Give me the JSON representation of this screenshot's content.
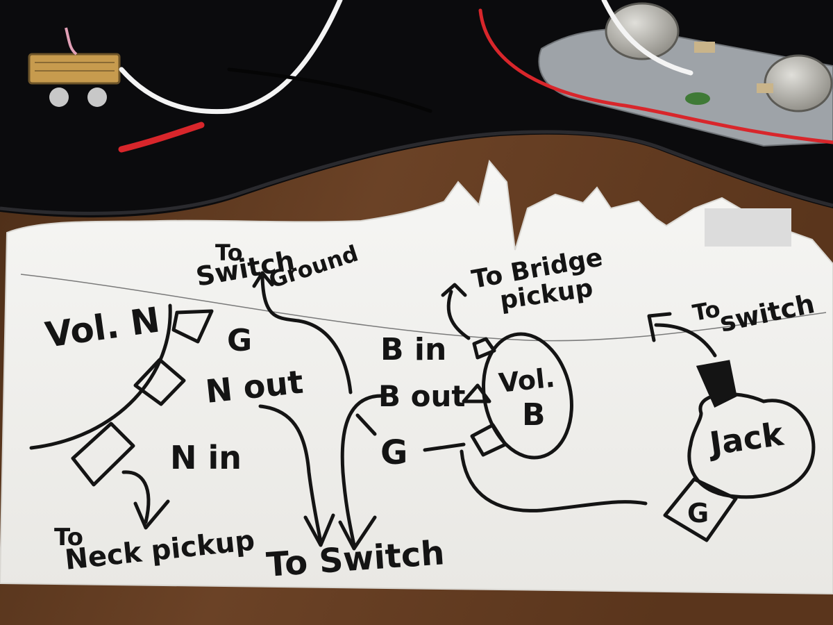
{
  "labels": {
    "vol_n": "Vol. N",
    "g_left": "G",
    "n_out": "N out",
    "n_in": "N in",
    "to_switch_ground_1": "To",
    "to_switch_ground_2": "Switch",
    "to_switch_ground_3": "Ground",
    "to_neck_1": "To",
    "to_neck_2": "Neck pickup",
    "to_switch_bottom": "To Switch",
    "b_in": "B in",
    "b_out": "B out",
    "g_right": "G",
    "to_bridge_1": "To Bridge",
    "to_bridge_2": "pickup",
    "vol_b_1": "Vol.",
    "vol_b_2": "B",
    "to_switch_right_1": "To",
    "to_switch_right_2": "switch",
    "jack": "Jack",
    "jack_g": "G"
  },
  "colors": {
    "table_wood": "#6b4226",
    "pickguard": "#0b0b0d",
    "paper": "#f2f1ee",
    "ink": "#141414",
    "wire_red": "#d8262b",
    "wire_white": "#f4f4f4",
    "wire_black": "#050505",
    "pot_metal": "#b6b4ad",
    "foil": "#9ea3a8"
  }
}
